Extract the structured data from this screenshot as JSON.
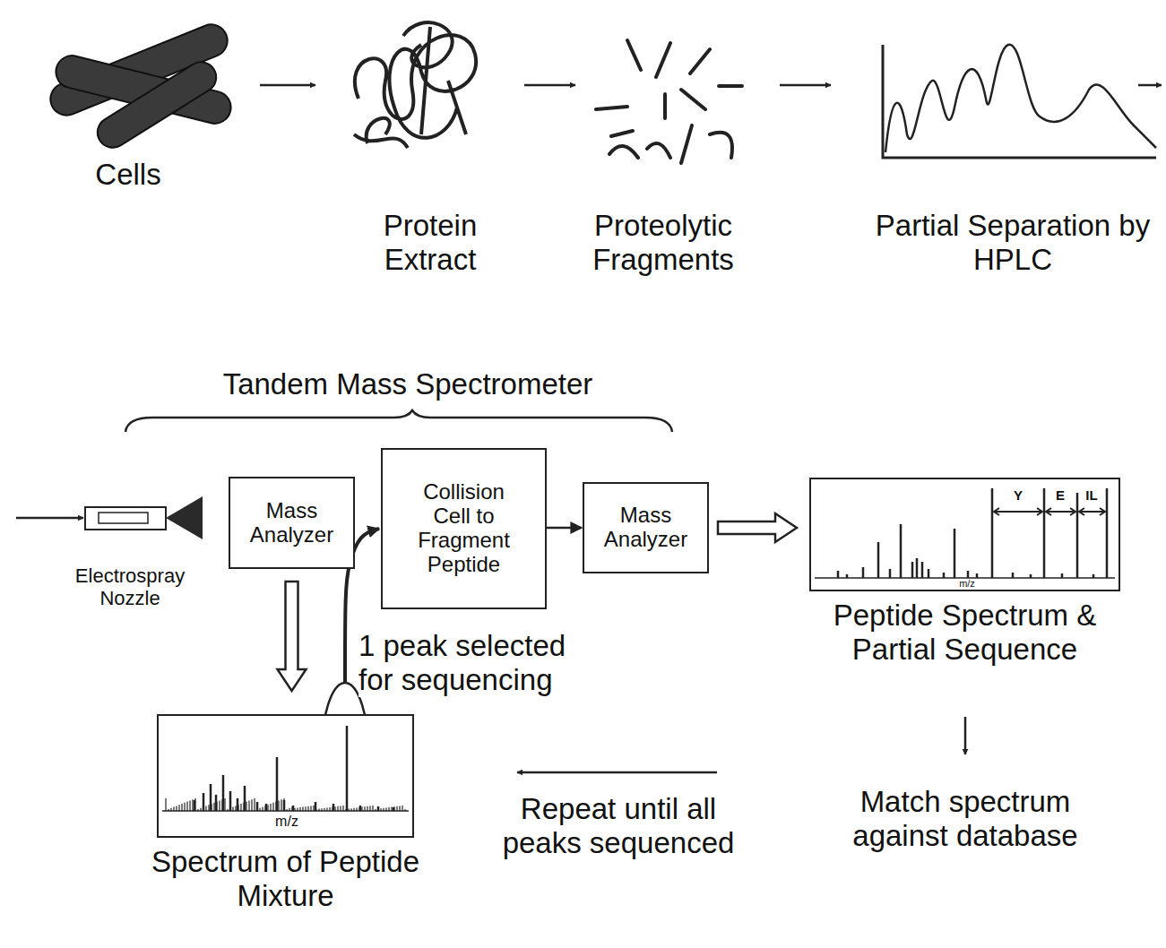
{
  "diagram": {
    "nodes": [
      {
        "text": [
          "Mass Analyzer"
        ]
      },
      {
        "text": [
          "Collision Cell to Fragment Peptide"
        ]
      },
      {
        "text": [
          "Mass Analyzer"
        ]
      },
      {
        "text": [
          "Y",
          "E",
          "IL",
          "m/z",
          "Peptide Spectrum & Partial Sequence"
        ]
      },
      {
        "text": [
          "m/z",
          "Spectrum of Peptide Mixture"
        ]
      }
    ],
    "edges": [
      {
        "from": 1,
        "to": 2,
        "arrow": "to"
      },
      {
        "from": 2,
        "to": 3,
        "arrow": "to"
      },
      {
        "from": 0,
        "to": 4,
        "arrow": "to"
      },
      {
        "from": 4,
        "to": 1,
        "arrow": "to",
        "label": "1 peak selected for sequencing"
      }
    ],
    "labels": [
      "Cells",
      "Protein Extract",
      "Proteolytic Fragments",
      "Partial Separation by HPLC",
      "Tandem Mass Spectrometer",
      "Electrospray Nozzle",
      "Repeat until all peaks sequenced",
      "Match spectrum against database"
    ]
  }
}
